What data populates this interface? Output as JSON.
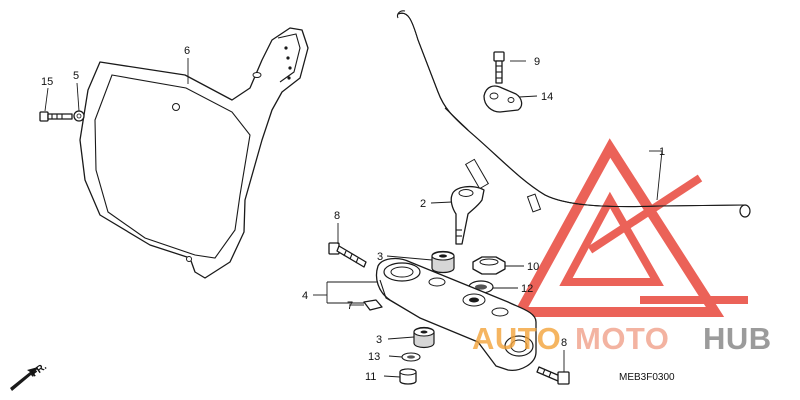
{
  "callouts": {
    "p1": "1",
    "p2": "2",
    "p3a": "3",
    "p3b": "3",
    "p4": "4",
    "p5": "5",
    "p6": "6",
    "p7": "7",
    "p8a": "8",
    "p8b": "8",
    "p9": "9",
    "p10": "10",
    "p11": "11",
    "p12": "12",
    "p13": "13",
    "p14": "14",
    "p15": "15"
  },
  "diagram_code": "MEB3F0300",
  "front_indicator": "FR.",
  "watermark": {
    "word1": "AUTO",
    "word2": "MOTO",
    "word3": "HUB",
    "colors": {
      "logo_red": "#e8473c",
      "auto_orange": "#f2a23a",
      "moto_salmon": "#f0a08a",
      "hub_grey": "#8a8a8a"
    }
  }
}
